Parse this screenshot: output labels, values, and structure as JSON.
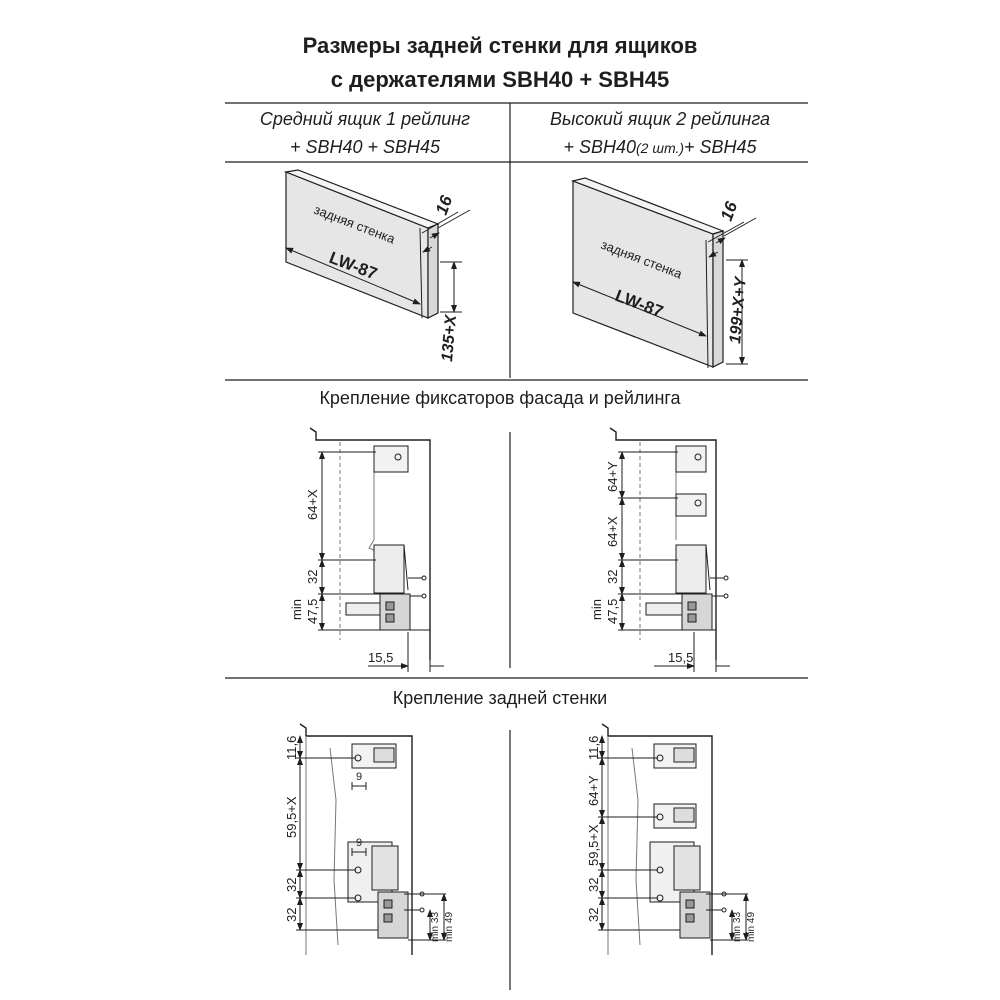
{
  "title": {
    "line1": "Размеры задней стенки для ящиков",
    "line2": "с держателями SBH40 + SBH45"
  },
  "columns": [
    {
      "line1": "Средний ящик 1 рейлинг",
      "line2": "+ SBH40 + SBH45"
    },
    {
      "line1": "Высокий ящик 2 рейлинга",
      "line2_a": "+ SBH40",
      "line2_b": "(2 шт.)",
      "line2_c": "+ SBH45"
    }
  ],
  "panels": [
    {
      "panel_label": "задняя стенка",
      "length_label": "LW-87",
      "thickness": "16",
      "height_label": "135+X"
    },
    {
      "panel_label": "задняя стенка",
      "length_label": "LW-87",
      "thickness": "16",
      "height_label": "199+X+Y"
    }
  ],
  "section_fixing": {
    "title": "Крепление фиксаторов фасада и рейлинга",
    "left": {
      "dim_top": "64+X",
      "dim_mid": "32",
      "dim_min": "min",
      "dim_low": "47,5",
      "dim_bottom": "15,5"
    },
    "right": {
      "dim_extra": "64+Y",
      "dim_top": "64+X",
      "dim_mid": "32",
      "dim_min": "min",
      "dim_low": "47,5",
      "dim_bottom": "15,5"
    }
  },
  "section_back": {
    "title": "Крепление задней стенки",
    "left": {
      "d1": "11,6",
      "d2": "59,5+X",
      "d3": "32",
      "d4": "32",
      "h1": "9",
      "h2": "9",
      "m1": "min 33",
      "m2": "min 49"
    },
    "right": {
      "d1": "11,6",
      "d_extra": "64+Y",
      "d2": "59,5+X",
      "d3": "32",
      "d4": "32",
      "m1": "min 33",
      "m2": "min 49"
    }
  }
}
